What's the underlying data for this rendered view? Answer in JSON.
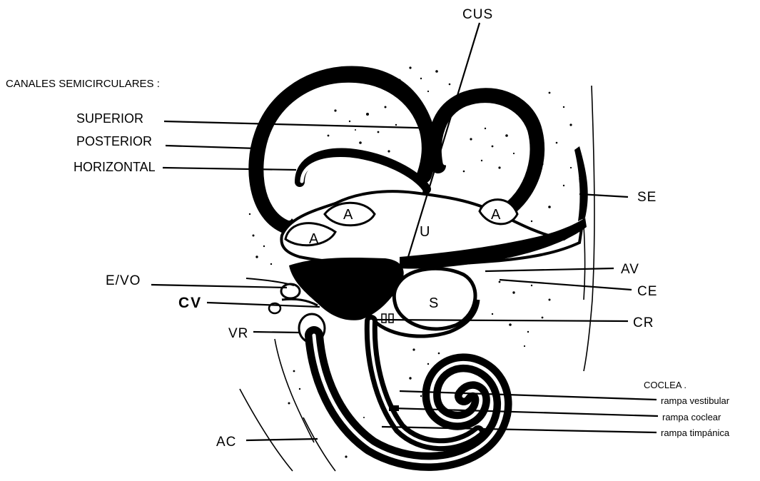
{
  "diagram": {
    "heading": "CANALES SEMICIRCULARES :",
    "canal_labels": {
      "superior": "SUPERIOR",
      "posterior": "POSTERIOR",
      "horizontal": "HORIZONTAL"
    },
    "left_labels": {
      "evo": "E/VO",
      "cv": "CV",
      "vr": "VR",
      "ac": "AC"
    },
    "top_label": "CUS",
    "right_labels": {
      "se": "SE",
      "av": "AV",
      "ce": "CE",
      "cr": "CR"
    },
    "inner_labels": {
      "a1": "A",
      "a2": "A",
      "a3": "A",
      "u": "U",
      "s": "S"
    },
    "coclea": {
      "title": "COCLEA .",
      "items": [
        "rampa vestibular",
        "rampa coclear",
        "rampa timpánica"
      ]
    }
  }
}
